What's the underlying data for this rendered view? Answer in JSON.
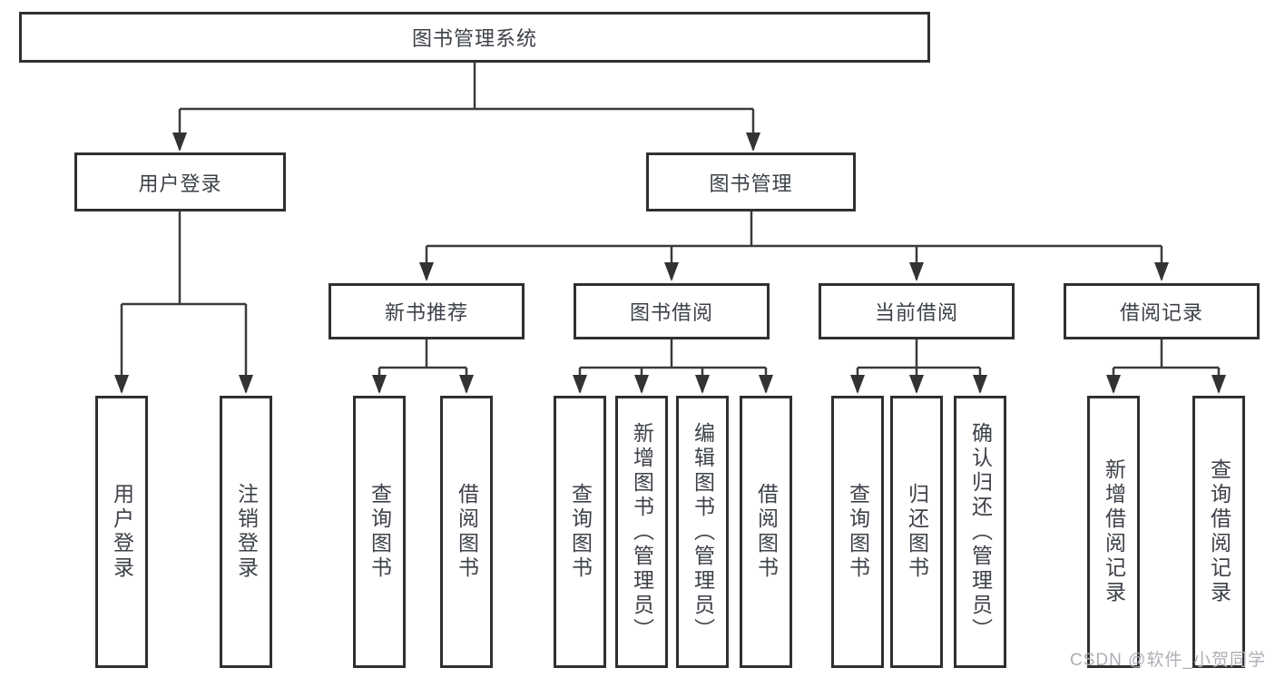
{
  "diagram": {
    "root": {
      "label": "图书管理系统"
    },
    "user_login": {
      "label": "用户登录",
      "children": {
        "login": "用户登录",
        "logout": "注销登录"
      }
    },
    "book_mgmt": {
      "label": "图书管理",
      "sections": {
        "new_book_rec": {
          "label": "新书推荐",
          "children": {
            "query": "查询图书",
            "borrow": "借阅图书"
          }
        },
        "book_borrow": {
          "label": "图书借阅",
          "children": {
            "query": "查询图书",
            "add": "新增图书（管理员）",
            "edit": "编辑图书（管理员）",
            "borrow": "借阅图书"
          }
        },
        "current_borrow": {
          "label": "当前借阅",
          "children": {
            "query": "查询图书",
            "return": "归还图书",
            "confirm": "确认归还（管理员）"
          }
        },
        "borrow_records": {
          "label": "借阅记录",
          "children": {
            "add": "新增借阅记录",
            "query": "查询借阅记录"
          }
        }
      }
    },
    "watermark": "CSDN @软件_小贺同学",
    "colors": {
      "line": "#3a3b3d",
      "box_border": "#2f3032",
      "text": "#3d4148",
      "watermark": "#acafb4",
      "background": "#ffffff"
    }
  }
}
